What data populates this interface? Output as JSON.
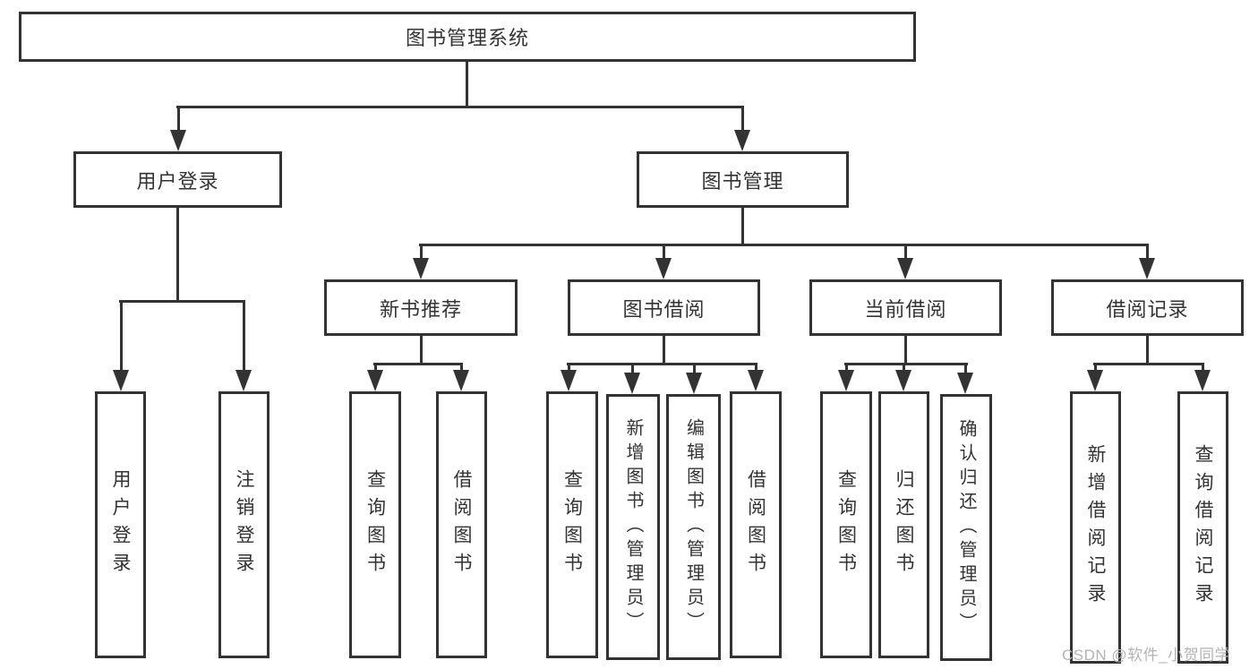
{
  "colors": {
    "line": "#333333",
    "box_border": "#333333",
    "text": "#333333",
    "background": "#ffffff",
    "watermark": "#b3b3b3"
  },
  "diagram": {
    "root": "图书管理系统",
    "level2": {
      "user_login": "用户登录",
      "book_management": "图书管理"
    },
    "level3": {
      "new_book_recommend": "新书推荐",
      "book_borrow": "图书借阅",
      "current_borrow": "当前借阅",
      "borrow_record": "借阅记录"
    },
    "leaves": {
      "user_login_login": "用户登录",
      "user_login_logout": "注销登录",
      "new_book_query": "查询图书",
      "new_book_borrow": "借阅图书",
      "borrow_query": "查询图书",
      "borrow_add_admin": "新增图书（管理员）",
      "borrow_edit_admin": "编辑图书（管理员）",
      "borrow_borrow": "借阅图书",
      "current_query": "查询图书",
      "current_return": "归还图书",
      "current_confirm_admin": "确认归还（管理员）",
      "record_add": "新增借阅记录",
      "record_query": "查询借阅记录"
    }
  },
  "watermark": "CSDN @软件_小贺同学"
}
